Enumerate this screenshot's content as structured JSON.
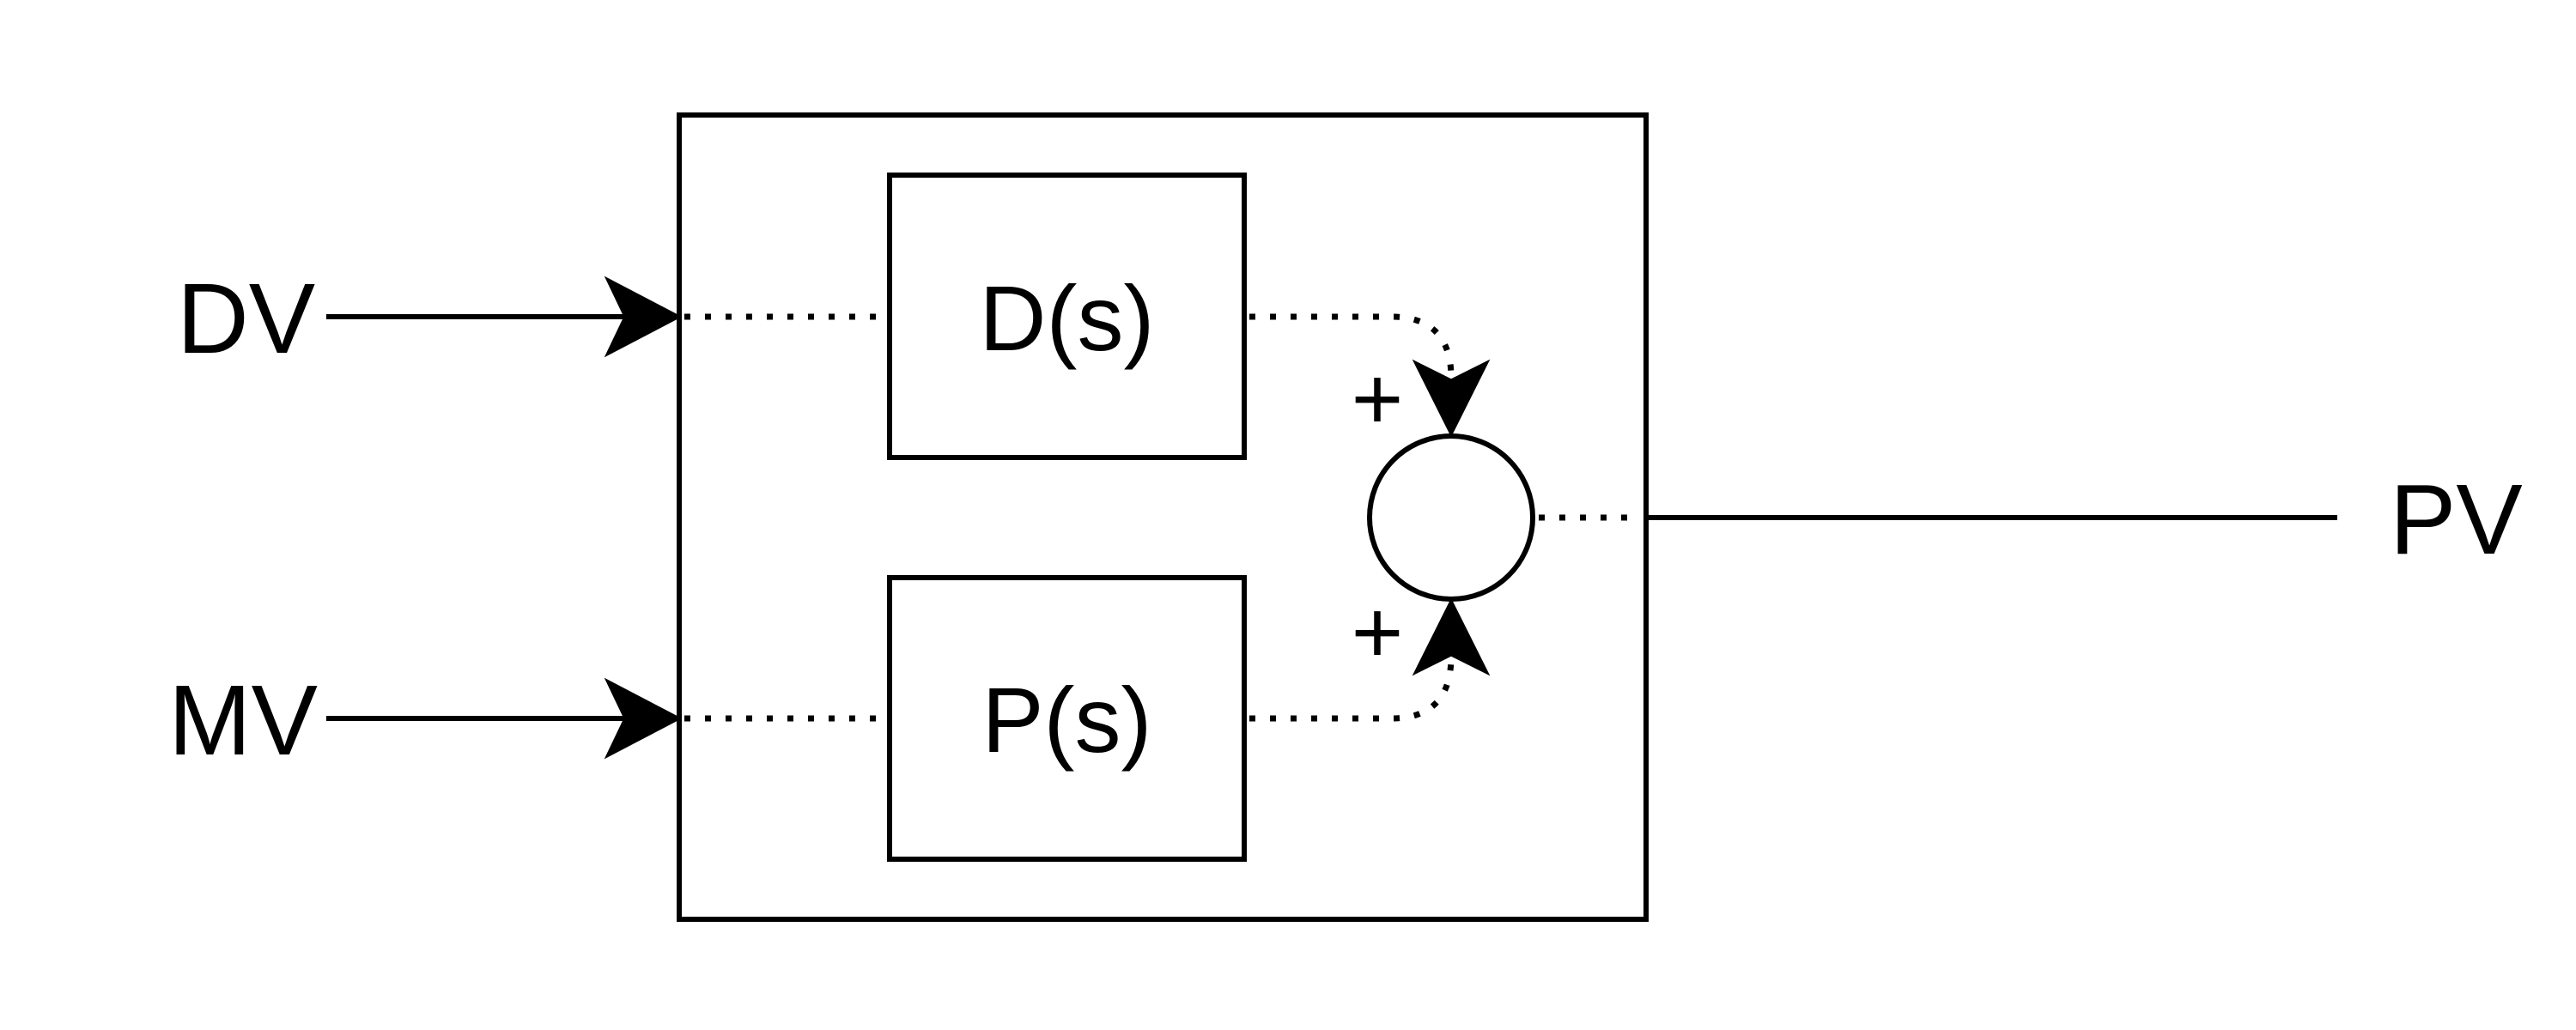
{
  "inputs": {
    "disturbance": "DV",
    "manipulated": "MV"
  },
  "output": "PV",
  "blocks": {
    "disturbance_tf": "D(s)",
    "process_tf": "P(s)"
  },
  "summing_junction": {
    "top_sign": "+",
    "bottom_sign": "+"
  },
  "colors": {
    "stroke": "#000000",
    "background": "#ffffff"
  }
}
